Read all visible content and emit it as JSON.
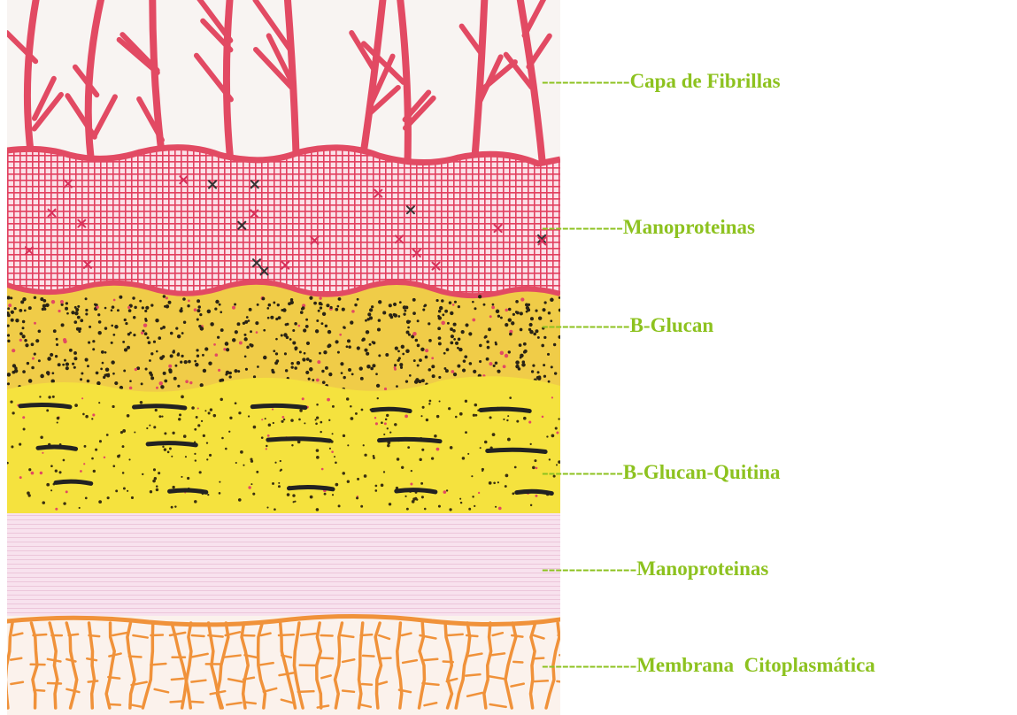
{
  "label_color": "#8dc21f",
  "layers": [
    {
      "label": "-------------Capa de Fibrillas",
      "color": "#e24a63",
      "icon": "branching-fibrils"
    },
    {
      "label": "------------Manoproteinas",
      "color": "#e24a63",
      "icon": "cross-hatch-grid"
    },
    {
      "label": "-------------B-Glucan",
      "color": "#f2d043",
      "icon": "dotted-layer"
    },
    {
      "label": "------------B-Glucan-Quitina",
      "color": "#f4e040",
      "icon": "dashed-dotted-layer"
    },
    {
      "label": "--------------Manoproteinas",
      "color": "#f6dceb",
      "icon": "fine-lines-layer"
    },
    {
      "label": "--------------Membrana  Citoplasmática",
      "color": "#f0923a",
      "icon": "cell-network"
    }
  ]
}
